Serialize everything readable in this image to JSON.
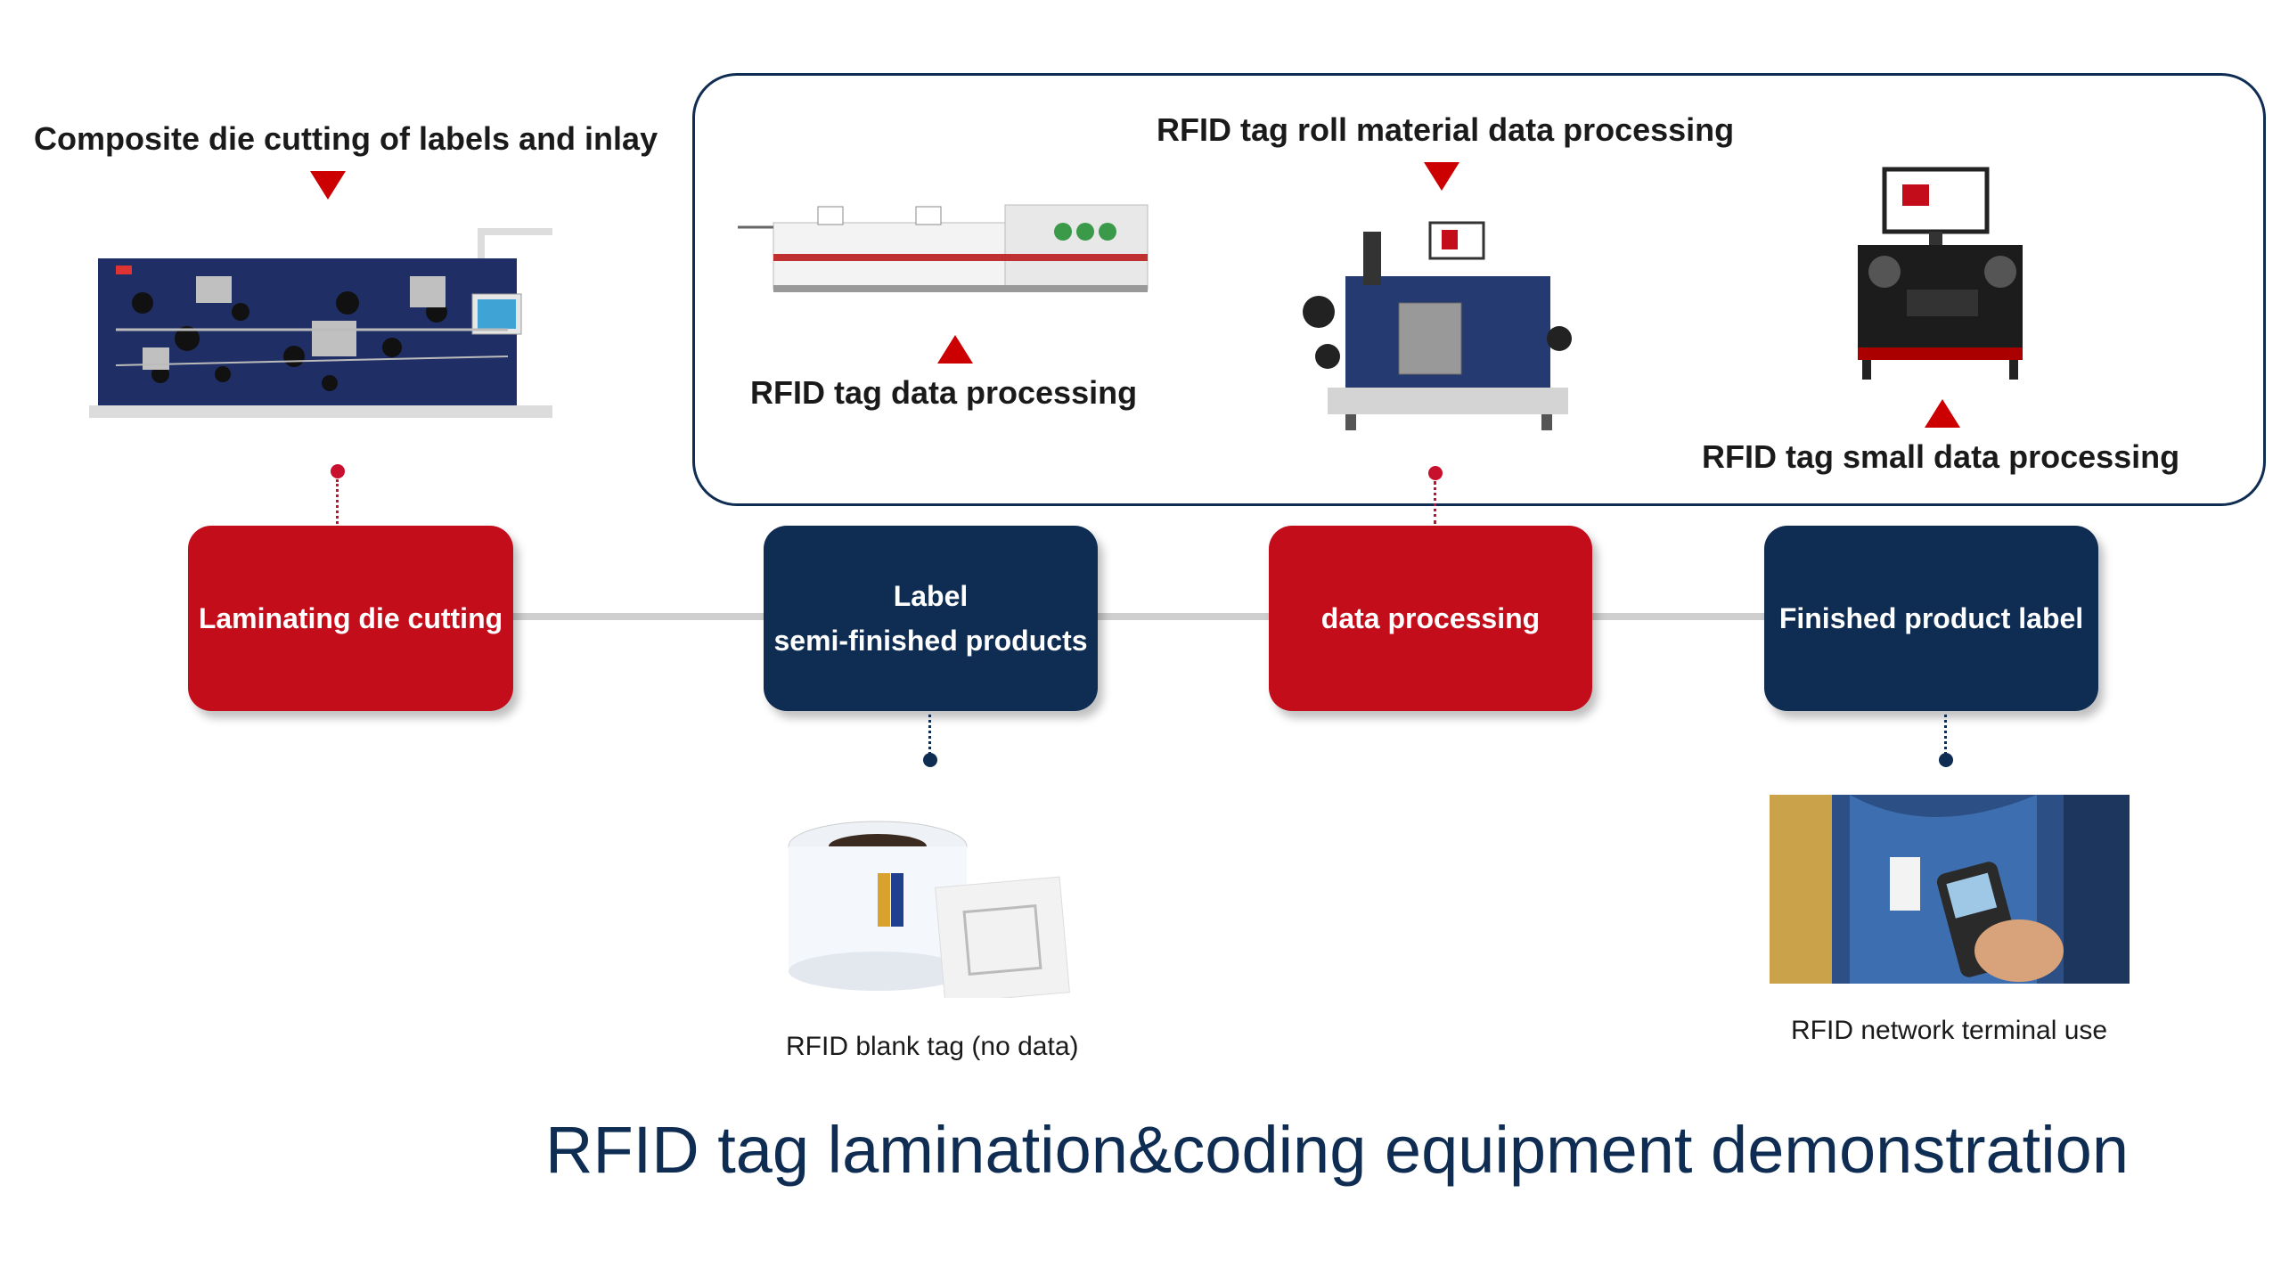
{
  "labels": {
    "composite": "Composite die cutting of labels and inlay",
    "roll_material": "RFID tag roll material data processing",
    "tag_data": "RFID tag data processing",
    "small_data": "RFID tag small data processing",
    "blank_tag": "RFID blank tag (no data)",
    "terminal_use": "RFID network terminal use"
  },
  "steps": [
    {
      "line1": "Laminating die cutting",
      "line2": "",
      "color": "red"
    },
    {
      "line1": "Label",
      "line2": "semi-finished products",
      "color": "navy"
    },
    {
      "line1": "data processing",
      "line2": "",
      "color": "red"
    },
    {
      "line1": "Finished product label",
      "line2": "",
      "color": "navy"
    }
  ],
  "title": "RFID tag lamination&coding equipment demonstration",
  "colors": {
    "red": "#c30d1b",
    "navy": "#0f2d52",
    "connector": "#cfcfcf"
  }
}
